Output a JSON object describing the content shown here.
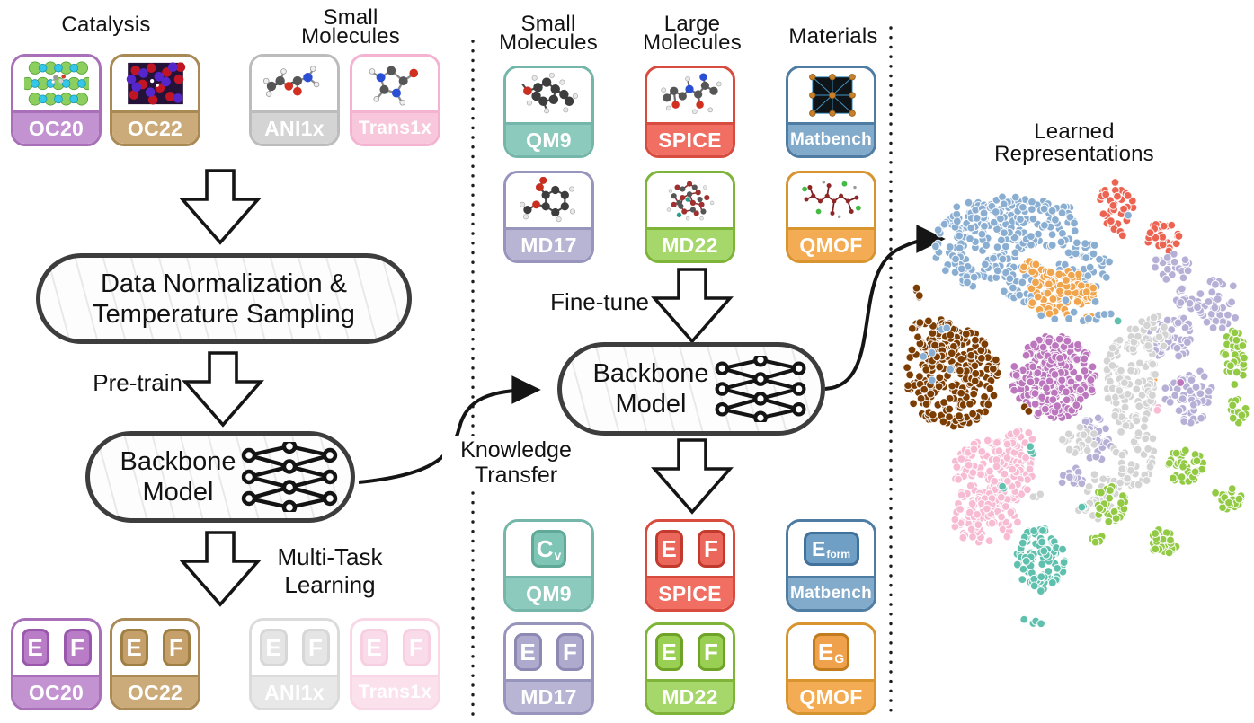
{
  "labels": {
    "catalysis": "Catalysis",
    "small_molecules_line1": "Small",
    "small_molecules_line2": "Molecules",
    "large_molecules_line1": "Large",
    "large_molecules_line2": "Molecules",
    "materials": "Materials",
    "datanorm_line1": "Data Normalization &",
    "datanorm_line2": "Temperature Sampling",
    "pretrain": "Pre-train",
    "finetune": "Fine-tune",
    "multitask_line1": "Multi-Task",
    "multitask_line2": "Learning",
    "knowledge_line1": "Knowledge",
    "knowledge_line2": "Transfer",
    "backbone_line1": "Backbone",
    "backbone_line2": "Model",
    "learned_line1": "Learned",
    "learned_line2": "Representations"
  },
  "icons": {
    "neural_network": "neural-network-icon",
    "down_block_arrow": "down-block-arrow",
    "curved_arrow": "curved-arrow"
  },
  "datasets": {
    "OC20": {
      "name": "OC20",
      "thumb": "catalyst-surface-image",
      "tasks": [
        {
          "label": "E"
        },
        {
          "label": "F"
        }
      ],
      "colors": {
        "border": "#a96fb9",
        "band": "#c393d1",
        "badge": "#b87dc6",
        "badge_border": "#9a58ad"
      }
    },
    "OC22": {
      "name": "OC22",
      "thumb": "oxide-catalyst-image",
      "tasks": [
        {
          "label": "E"
        },
        {
          "label": "F"
        }
      ],
      "colors": {
        "border": "#a98a54",
        "band": "#ccab7b",
        "badge": "#c5a06a",
        "badge_border": "#a07f45"
      }
    },
    "ANI1x": {
      "name": "ANI1x",
      "thumb": "small-molecule-image",
      "tasks": [
        {
          "label": "E"
        },
        {
          "label": "F"
        }
      ],
      "colors": {
        "border": "#bcbcbc",
        "band": "#d4d4d4",
        "badge": "#cfcfcf",
        "badge_border": "#b3b3b3"
      }
    },
    "Trans1x": {
      "name": "Trans1x",
      "thumb": "ring-molecule-image",
      "tasks": [
        {
          "label": "E"
        },
        {
          "label": "F"
        }
      ],
      "colors": {
        "border": "#f4b3d0",
        "band": "#f9c7db",
        "badge": "#f6bcd5",
        "badge_border": "#f0a5c6"
      }
    },
    "QM9": {
      "name": "QM9",
      "thumb": "qm9-molecule-image",
      "tasks": [
        {
          "label": "C",
          "sub": "v"
        }
      ],
      "colors": {
        "border": "#74b6a9",
        "band": "#8ccabd",
        "badge": "#7fc5b5",
        "badge_border": "#60a897"
      }
    },
    "SPICE": {
      "name": "SPICE",
      "thumb": "peptide-molecule-image",
      "tasks": [
        {
          "label": "E"
        },
        {
          "label": "F"
        }
      ],
      "colors": {
        "border": "#d84b3f",
        "band": "#f06e62",
        "badge": "#ec675b",
        "badge_border": "#c23a2e"
      }
    },
    "Matbench": {
      "name": "Matbench",
      "thumb": "crystal-lattice-image",
      "tasks": [
        {
          "label": "E",
          "sub": "form",
          "wide": true
        }
      ],
      "colors": {
        "border": "#4e7ca3",
        "band": "#82aacb",
        "badge": "#6f9fc5",
        "badge_border": "#41729b"
      }
    },
    "MD17": {
      "name": "MD17",
      "thumb": "aromatic-molecule-image",
      "tasks": [
        {
          "label": "E"
        },
        {
          "label": "F"
        }
      ],
      "colors": {
        "border": "#9895bd",
        "band": "#b7b4d4",
        "badge": "#aeaacd",
        "badge_border": "#8d89b3"
      }
    },
    "MD22": {
      "name": "MD22",
      "thumb": "large-molecule-image",
      "tasks": [
        {
          "label": "E"
        },
        {
          "label": "F"
        }
      ],
      "colors": {
        "border": "#7fb43a",
        "band": "#a5d76a",
        "badge": "#99d054",
        "badge_border": "#6ea327"
      }
    },
    "QMOF": {
      "name": "QMOF",
      "thumb": "mof-complex-image",
      "tasks": [
        {
          "label": "E",
          "sub": "G"
        }
      ],
      "colors": {
        "border": "#d8952f",
        "band": "#f3ab54",
        "badge": "#efa14b",
        "badge_border": "#c07c1e"
      }
    }
  },
  "sections": {
    "pretrain_inputs": [
      {
        "id": "OC20"
      },
      {
        "id": "OC22"
      },
      {
        "id": "ANI1x"
      },
      {
        "id": "Trans1x"
      }
    ],
    "pretrain_outputs": [
      {
        "id": "OC20"
      },
      {
        "id": "OC22"
      },
      {
        "id": "ANI1x",
        "faded": true
      },
      {
        "id": "Trans1x",
        "faded": true
      }
    ],
    "finetune_inputs_row1": [
      {
        "id": "QM9"
      },
      {
        "id": "SPICE"
      },
      {
        "id": "Matbench"
      }
    ],
    "finetune_inputs_row2": [
      {
        "id": "MD17"
      },
      {
        "id": "MD22"
      },
      {
        "id": "QMOF"
      }
    ],
    "finetune_outputs_row1": [
      {
        "id": "QM9"
      },
      {
        "id": "SPICE"
      },
      {
        "id": "Matbench"
      }
    ],
    "finetune_outputs_row2": [
      {
        "id": "MD17"
      },
      {
        "id": "MD22"
      },
      {
        "id": "QMOF"
      }
    ]
  },
  "tsne": {
    "point_radius": 4.4,
    "clusters": [
      {
        "name": "blue",
        "color": "#8aaed2",
        "blobs": [
          [
            1090,
            272,
            52,
            48,
            150
          ],
          [
            1160,
            248,
            40,
            30,
            70
          ],
          [
            1205,
            297,
            30,
            28,
            50
          ],
          [
            1140,
            315,
            28,
            22,
            40
          ],
          [
            1120,
            240,
            30,
            22,
            40
          ]
        ]
      },
      {
        "name": "orange",
        "color": "#f0a44c",
        "blobs": [
          [
            1180,
            327,
            38,
            26,
            90
          ],
          [
            1152,
            302,
            18,
            13,
            15
          ],
          [
            1210,
            352,
            8,
            5,
            3
          ],
          [
            1282,
            420,
            4,
            4,
            1
          ],
          [
            1292,
            352,
            4,
            4,
            1
          ]
        ]
      },
      {
        "name": "red",
        "color": "#ec6352",
        "blobs": [
          [
            1243,
            228,
            20,
            28,
            40
          ],
          [
            1293,
            263,
            19,
            18,
            30
          ],
          [
            1247,
            262,
            5,
            5,
            2
          ]
        ]
      },
      {
        "name": "lavender",
        "color": "#b6b0d7",
        "blobs": [
          [
            1303,
            297,
            21,
            17,
            28
          ],
          [
            1322,
            332,
            17,
            13,
            18
          ],
          [
            1302,
            374,
            30,
            25,
            55
          ],
          [
            1322,
            440,
            27,
            31,
            65
          ],
          [
            1218,
            489,
            19,
            25,
            38
          ],
          [
            1193,
            532,
            13,
            13,
            14
          ],
          [
            1355,
            338,
            24,
            28,
            38
          ]
        ]
      },
      {
        "name": "gray",
        "color": "#d4d4d4",
        "blobs": [
          [
            1258,
            420,
            28,
            58,
            120
          ],
          [
            1262,
            505,
            24,
            38,
            55
          ],
          [
            1200,
            490,
            19,
            17,
            22
          ],
          [
            1230,
            545,
            21,
            24,
            28
          ],
          [
            1282,
            370,
            21,
            19,
            22
          ],
          [
            1212,
            570,
            14,
            11,
            8
          ],
          [
            1152,
            550,
            7,
            6,
            3
          ]
        ]
      },
      {
        "name": "magenta",
        "color": "#bb76bd",
        "blobs": [
          [
            1172,
            420,
            47,
            46,
            270
          ],
          [
            1310,
            428,
            4,
            4,
            1
          ]
        ]
      },
      {
        "name": "brown",
        "color": "#7c3d03",
        "blobs": [
          [
            1060,
            420,
            52,
            56,
            240
          ],
          [
            1038,
            378,
            28,
            24,
            60
          ],
          [
            1022,
            327,
            9,
            7,
            6
          ],
          [
            1140,
            457,
            5,
            5,
            2
          ]
        ]
      },
      {
        "name": "pink",
        "color": "#f7bcd3",
        "blobs": [
          [
            1105,
            528,
            47,
            39,
            170
          ],
          [
            1095,
            578,
            38,
            27,
            75
          ],
          [
            1135,
            490,
            17,
            11,
            14
          ],
          [
            1285,
            455,
            4,
            4,
            2
          ]
        ]
      },
      {
        "name": "green",
        "color": "#92ca44",
        "blobs": [
          [
            1372,
            400,
            13,
            34,
            42
          ],
          [
            1377,
            458,
            10,
            17,
            18
          ],
          [
            1318,
            519,
            21,
            19,
            38
          ],
          [
            1235,
            560,
            17,
            21,
            32
          ],
          [
            1295,
            604,
            17,
            15,
            28
          ],
          [
            1365,
            554,
            17,
            13,
            22
          ],
          [
            1222,
            600,
            7,
            6,
            5
          ]
        ]
      },
      {
        "name": "blue-strays",
        "color": "#8aaed2",
        "blobs": [
          [
            1040,
            390,
            24,
            34,
            6
          ],
          [
            1258,
            240,
            4,
            4,
            1
          ],
          [
            1228,
            352,
            12,
            6,
            4
          ],
          [
            1190,
            345,
            36,
            16,
            8
          ]
        ]
      },
      {
        "name": "teal",
        "color": "#5fc0ad",
        "blobs": [
          [
            1158,
            622,
            27,
            37,
            105
          ],
          [
            1148,
            500,
            6,
            5,
            3
          ],
          [
            1118,
            542,
            5,
            4,
            2
          ],
          [
            1205,
            568,
            5,
            4,
            2
          ],
          [
            1150,
            690,
            11,
            7,
            4
          ],
          [
            1242,
            355,
            4,
            4,
            1
          ]
        ]
      }
    ]
  }
}
